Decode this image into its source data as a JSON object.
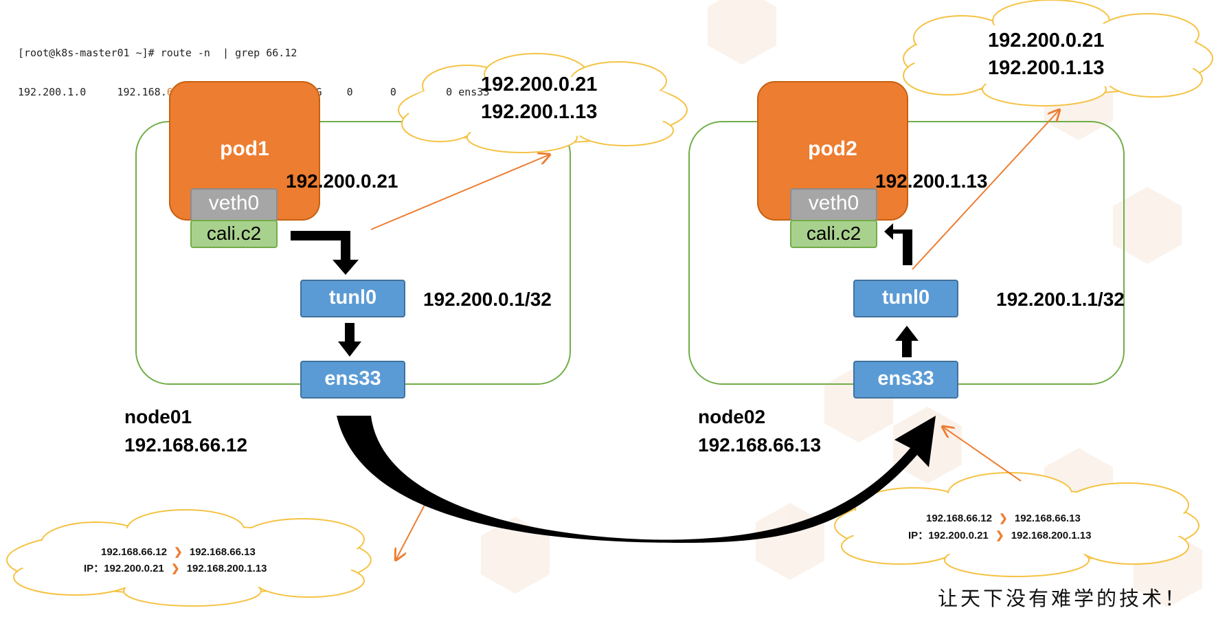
{
  "terminal": {
    "command": "[root@k8s-master01 ~]# route -n  | grep 66.12",
    "route_dest": "192.200.1.0",
    "gw_prefix": "192.168.",
    "gw_highlight": "66.12",
    "route_rest": "255.255.255.0   UG    0      0        0 ens33"
  },
  "node01": {
    "name": "node01",
    "ip": "192.168.66.12",
    "pod": "pod1",
    "pod_ip": "192.200.0.21",
    "veth": "veth0",
    "cali": "cali.c2",
    "tunl": "tunl0",
    "tunl_ip": "192.200.0.1/32",
    "ens": "ens33",
    "cloud_line1": "192.200.0.21",
    "cloud_line2": "192.200.1.13"
  },
  "node02": {
    "name": "node02",
    "ip": "192.168.66.13",
    "pod": "pod2",
    "pod_ip": "192.200.1.13",
    "veth": "veth0",
    "cali": "cali.c2",
    "tunl": "tunl0",
    "tunl_ip": "192.200.1.1/32",
    "ens": "ens33",
    "cloud_line1": "192.200.0.21",
    "cloud_line2": "192.200.1.13"
  },
  "packet_left": {
    "outer_src": "192.168.66.12",
    "outer_dst": "192.168.66.13",
    "ip_label": "IP：",
    "inner_src": "192.200.0.21",
    "inner_dst": "192.168.200.1.13"
  },
  "packet_right": {
    "outer_src": "192.168.66.12",
    "outer_dst": "192.168.66.13",
    "ip_label": "IP：",
    "inner_src": "192.200.0.21",
    "inner_dst": "192.168.200.1.13"
  },
  "slogan": "让天下没有难学的技术！",
  "colors": {
    "pod": "#ed7d31",
    "veth": "#a6a6a6",
    "cali": "#a9d18e",
    "interface": "#5b9bd5",
    "node_border": "#70ad47",
    "cloud_fill": "#ffffff",
    "cloud_border": "#f5c242",
    "leader_line": "#ed7d31"
  }
}
